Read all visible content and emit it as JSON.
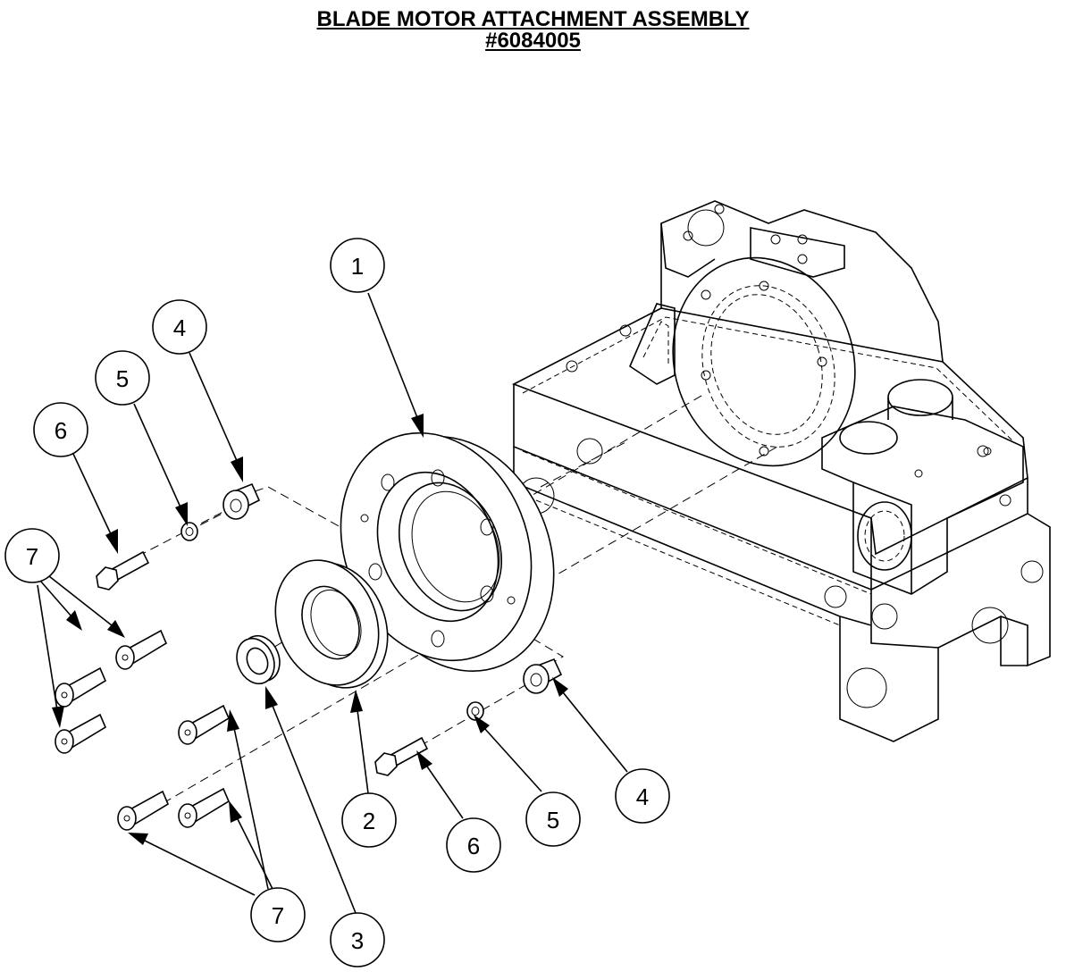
{
  "title": {
    "line1": "BLADE MOTOR ATTACHMENT ASSEMBLY",
    "line2": "#6084005"
  },
  "callouts": [
    {
      "id": "c1",
      "label": "1"
    },
    {
      "id": "c4a",
      "label": "4"
    },
    {
      "id": "c5a",
      "label": "5"
    },
    {
      "id": "c6a",
      "label": "6"
    },
    {
      "id": "c7a",
      "label": "7"
    },
    {
      "id": "c2",
      "label": "2"
    },
    {
      "id": "c3",
      "label": "3"
    },
    {
      "id": "c6b",
      "label": "6"
    },
    {
      "id": "c5b",
      "label": "5"
    },
    {
      "id": "c4b",
      "label": "4"
    },
    {
      "id": "c7b",
      "label": "7"
    }
  ]
}
